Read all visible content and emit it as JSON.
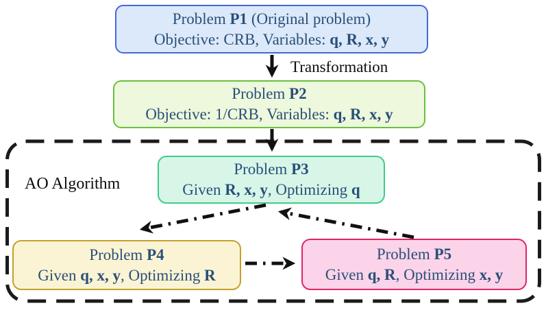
{
  "diagram": {
    "text_color": "#2a4f78",
    "arrow_color": "#111111",
    "boxes": {
      "p1": {
        "id": "P1",
        "fill": "#dbe9fa",
        "border": "#4468d8",
        "line1": [
          {
            "t": "Problem ",
            "b": false
          },
          {
            "t": "P1",
            "b": true
          },
          {
            "t": " (Original problem)",
            "b": false
          }
        ],
        "line2": [
          {
            "t": "Objective: CRB, Variables: ",
            "b": false
          },
          {
            "t": "q, R, x, y",
            "b": true
          }
        ]
      },
      "p2": {
        "id": "P2",
        "fill": "#edf8dc",
        "border": "#68c03e",
        "line1": [
          {
            "t": "Problem ",
            "b": false
          },
          {
            "t": "P2",
            "b": true
          }
        ],
        "line2": [
          {
            "t": "Objective: 1/CRB, Variables: ",
            "b": false
          },
          {
            "t": "q, R, x, y",
            "b": true
          }
        ]
      },
      "p3": {
        "id": "P3",
        "fill": "#d7f6e8",
        "border": "#3fcb87",
        "line1": [
          {
            "t": "Problem ",
            "b": false
          },
          {
            "t": "P3",
            "b": true
          }
        ],
        "line2": [
          {
            "t": "Given ",
            "b": false
          },
          {
            "t": "R, x, y",
            "b": true
          },
          {
            "t": ", Optimizing ",
            "b": false
          },
          {
            "t": "q",
            "b": true
          }
        ]
      },
      "p4": {
        "id": "P4",
        "fill": "#fbf4d4",
        "border": "#c5a02a",
        "line1": [
          {
            "t": "Problem ",
            "b": false
          },
          {
            "t": "P4",
            "b": true
          }
        ],
        "line2": [
          {
            "t": "Given ",
            "b": false
          },
          {
            "t": "q, x, y",
            "b": true
          },
          {
            "t": ", Optimizing ",
            "b": false
          },
          {
            "t": "R",
            "b": true
          }
        ]
      },
      "p5": {
        "id": "P5",
        "fill": "#fbd4ea",
        "border": "#e0246a",
        "line1": [
          {
            "t": "Problem ",
            "b": false
          },
          {
            "t": "P5",
            "b": true
          }
        ],
        "line2": [
          {
            "t": "Given ",
            "b": false
          },
          {
            "t": "q, R",
            "b": true
          },
          {
            "t": ", Optimizing ",
            "b": false
          },
          {
            "t": "x, y",
            "b": true
          }
        ]
      }
    },
    "ao_box": {
      "label": "AO Algorithm",
      "contains": [
        "P3",
        "P4",
        "P5"
      ]
    },
    "labels": {
      "transformation": "Transformation"
    },
    "edges": [
      {
        "from": "P1",
        "to": "P2",
        "style": "solid",
        "label": "Transformation"
      },
      {
        "from": "P2",
        "to": "P3",
        "style": "solid",
        "label": ""
      },
      {
        "from": "P3",
        "to": "P4",
        "style": "dash-dot",
        "label": ""
      },
      {
        "from": "P4",
        "to": "P5",
        "style": "dash-dot",
        "label": ""
      },
      {
        "from": "P5",
        "to": "P3",
        "style": "dash-dot",
        "label": ""
      }
    ]
  }
}
